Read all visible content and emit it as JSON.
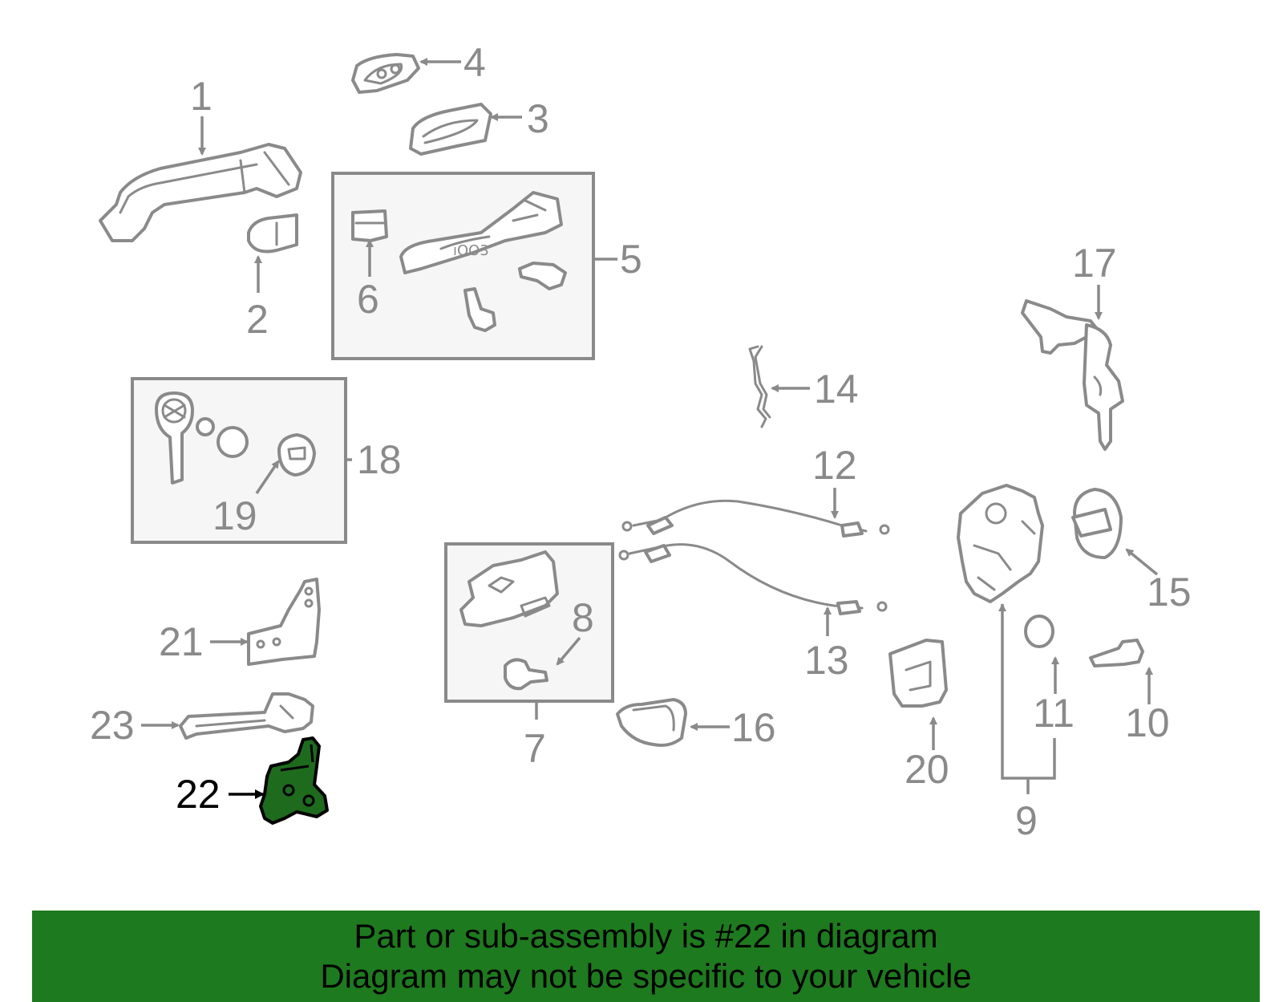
{
  "callouts": {
    "c1": "1",
    "c2": "2",
    "c3": "3",
    "c4": "4",
    "c5": "5",
    "c6": "6",
    "c7": "7",
    "c8": "8",
    "c9": "9",
    "c10": "10",
    "c11": "11",
    "c12": "12",
    "c13": "13",
    "c14": "14",
    "c15": "15",
    "c16": "16",
    "c17": "17",
    "c18": "18",
    "c19": "19",
    "c20": "20",
    "c21": "21",
    "c22": "22",
    "c23": "23"
  },
  "highlighted_part": "22",
  "colors": {
    "banner_bg": "#1e7a1e",
    "highlight_fill": "#1e6b1e",
    "line_gray": "#8a8a8a"
  },
  "banner": {
    "line1": "Part or sub-assembly is #22 in diagram",
    "line2": "Diagram may not be specific to your vehicle"
  }
}
